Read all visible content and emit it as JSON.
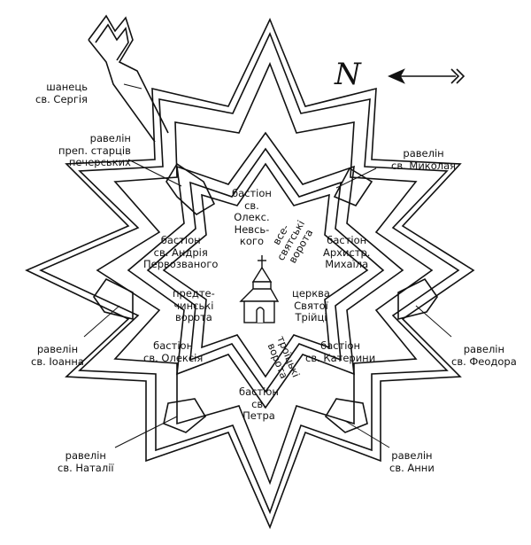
{
  "north_letter": "N",
  "labels": {
    "shanets_sergia": "шанець\nсв. Сергія",
    "ravelin_startsiv": "равелін\nпреп. старців\nпечерських",
    "ravelin_mykolaia": "равелін\nсв. Миколая",
    "bastion_oleks_nevskoho": "бастіон\nсв.\nОлекс.\nНевсь-\nкого",
    "bastion_andriia": "бастіон\nсв. Андрія\nПервозваного",
    "bastion_mykhaila": "бастіон\nАрхистр.\nМихаїла",
    "vsesviatski_vorota": "все-\nсвятські\nворота",
    "predtechynski_vorota": "предте-\nчинські\nворота",
    "tserkva": "церква\nСвятої\nТрійці",
    "ravelin_ioanna": "равелін\nсв. Іоанна",
    "ravelin_feodora": "равелін\nсв. Феодора",
    "bastion_oleksiia": "бастіон\nсв. Олексія",
    "troitski_vorota": "троїцькі\nворота",
    "bastion_kateryny": "бастіон\nсв. Катерини",
    "bastion_petra": "бастіон\nсв.\nПетра",
    "ravelin_natalii": "равелін\nсв. Наталії",
    "ravelin_anny": "равелін\nсв. Анни"
  }
}
